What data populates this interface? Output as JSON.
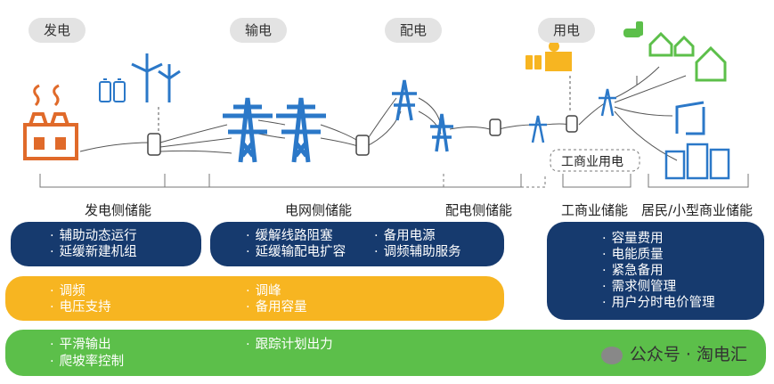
{
  "stages": {
    "generation": "发电",
    "transmission": "输电",
    "distribution": "配电",
    "consumption": "用电"
  },
  "labels": {
    "ci_power": "工商业用电",
    "gen_side": "发电侧储能",
    "grid_side": "电网侧储能",
    "dist_side": "配电侧储能",
    "ci_storage": "工商业储能",
    "residential": "居民/小型商业储能"
  },
  "navy_boxes": {
    "gen": [
      "辅助动态运行",
      "延缓新建机组"
    ],
    "grid_left": [
      "缓解线路阻塞",
      "延缓输配电扩容"
    ],
    "grid_right": [
      "备用电源",
      "调频辅助服务"
    ],
    "user": [
      "容量费用",
      "电能质量",
      "紧急备用",
      "需求侧管理",
      "用户分时电价管理"
    ]
  },
  "orange_box": {
    "left": [
      "调频",
      "电压支持"
    ],
    "right": [
      "调峰",
      "备用容量"
    ]
  },
  "green_box": {
    "left": [
      "平滑输出",
      "爬坡率控制"
    ],
    "right": [
      "跟踪计划出力"
    ]
  },
  "watermark": "公众号 · 淘电汇",
  "colors": {
    "navy": "#163a6e",
    "orange": "#f7b521",
    "green": "#5cbf4a",
    "tower_blue": "#2b78c8",
    "factory_orange": "#e06a2a",
    "pill_gray": "#e3e3e3"
  },
  "icons": [
    "factory-icon",
    "battery-icon",
    "wind-turbine-icon",
    "transmission-tower-icon",
    "transformer-icon",
    "solar-panel-icon",
    "ev-charger-icon",
    "house-icon",
    "oil-pump-icon",
    "building-icon",
    "wechat-icon"
  ]
}
